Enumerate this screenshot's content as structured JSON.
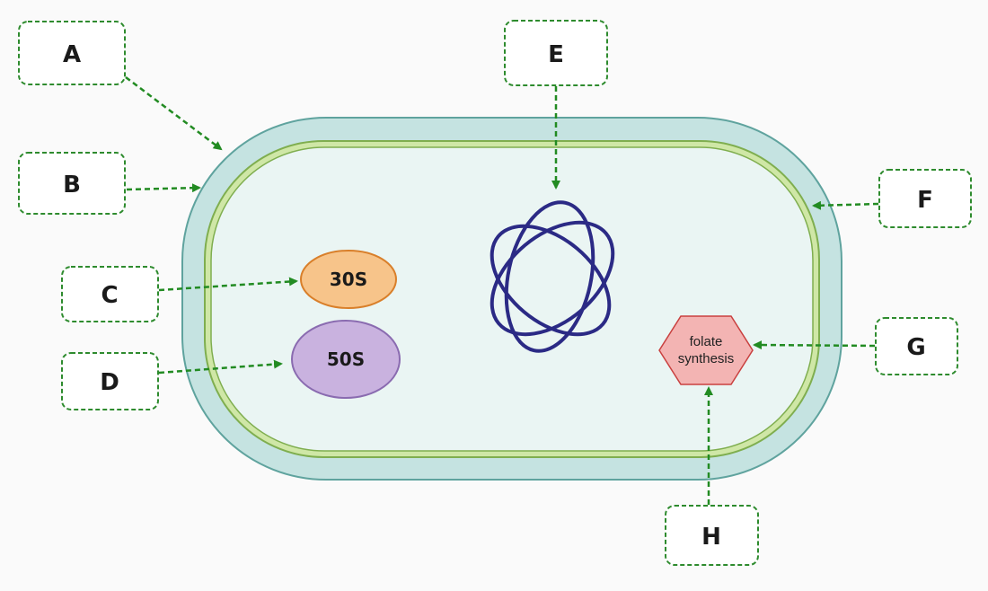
{
  "labels": {
    "a": "A",
    "b": "B",
    "c": "C",
    "d": "D",
    "e": "E",
    "f": "F",
    "g": "G",
    "h": "H"
  },
  "ribosomes": {
    "small": "30S",
    "large": "50S"
  },
  "hexagon": {
    "line1": "folate",
    "line2": "synthesis"
  },
  "colors": {
    "outer_wall": "#c5e3e1",
    "outer_wall_stroke": "#5fa39e",
    "membrane": "#cfe7a6",
    "membrane_stroke": "#7fae4f",
    "cytoplasm": "#eaf5f3",
    "arrow": "#228b22",
    "label_border": "#2e8b2e",
    "subunit_30s": "#f7c48a",
    "subunit_50s": "#c9b2df",
    "dna": "#2b2a85",
    "hexagon_fill": "#f3b4b3"
  },
  "icons": {
    "dna": "circular-dna-icon",
    "hexagon": "hexagon-icon"
  }
}
